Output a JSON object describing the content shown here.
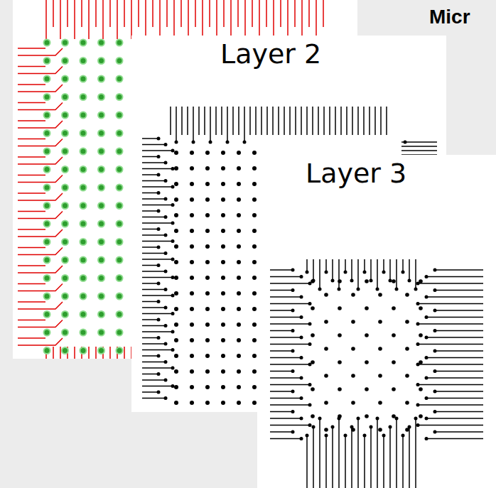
{
  "diagram": {
    "title": "Micr",
    "nodes": [
      {
        "text": [
          "Layer 2"
        ]
      },
      {
        "text": [
          "Layer 3"
        ]
      }
    ]
  }
}
